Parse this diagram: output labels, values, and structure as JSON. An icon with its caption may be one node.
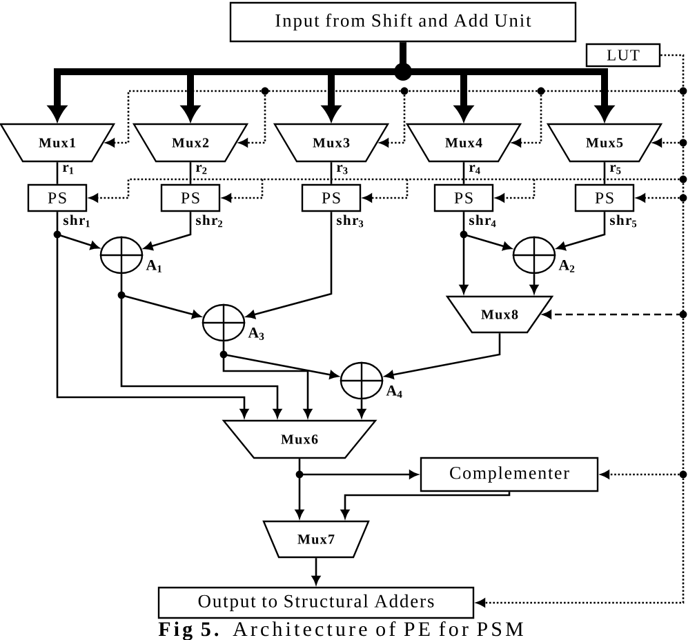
{
  "diagram": {
    "caption": "**Fig 5.** Architecture of PE for PSM",
    "nodes": [
      {
        "text": [
          "Input from Shift and Add Unit"
        ]
      },
      {
        "text": [
          "LUT"
        ]
      },
      {
        "text": [
          "Mux1"
        ]
      },
      {
        "text": [
          "Mux2"
        ]
      },
      {
        "text": [
          "Mux3"
        ]
      },
      {
        "text": [
          "Mux4"
        ]
      },
      {
        "text": [
          "Mux5"
        ]
      },
      {
        "text": [
          "PS"
        ]
      },
      {
        "text": [
          "PS"
        ]
      },
      {
        "text": [
          "PS"
        ]
      },
      {
        "text": [
          "PS"
        ]
      },
      {
        "text": [
          "PS"
        ]
      },
      {
        "text": [],
        "shape": "circle",
        "beside": [
          "A$_{1}$"
        ]
      },
      {
        "text": [],
        "shape": "circle",
        "beside": [
          "A$_{2}$"
        ]
      },
      {
        "text": [
          "Mux8"
        ]
      },
      {
        "text": [],
        "shape": "circle",
        "beside": [
          "A$_{3}$"
        ]
      },
      {
        "text": [],
        "shape": "circle",
        "beside": [
          "A$_{4}$"
        ]
      },
      {
        "text": [
          "Mux6"
        ]
      },
      {
        "text": [
          "Complementer"
        ]
      },
      {
        "text": [
          "Mux7"
        ]
      },
      {
        "text": [
          "Output to Structural Adders"
        ]
      }
    ],
    "edges": [
      {
        "from": 0,
        "to": 2,
        "arrow": "to",
        "style": "thick"
      },
      {
        "from": 0,
        "to": 3,
        "arrow": "to",
        "style": "thick"
      },
      {
        "from": 0,
        "to": 4,
        "arrow": "to",
        "style": "thick"
      },
      {
        "from": 0,
        "to": 5,
        "arrow": "to",
        "style": "thick"
      },
      {
        "from": 0,
        "to": 6,
        "arrow": "to",
        "style": "thick"
      },
      {
        "from": 2,
        "to": 7,
        "arrow": "none",
        "label": "r$_{1}$"
      },
      {
        "from": 3,
        "to": 8,
        "arrow": "none",
        "label": "r$_{2}$"
      },
      {
        "from": 4,
        "to": 9,
        "arrow": "none",
        "label": "r$_{3}$"
      },
      {
        "from": 5,
        "to": 10,
        "arrow": "none",
        "label": "r$_{4}$"
      },
      {
        "from": 6,
        "to": 11,
        "arrow": "none",
        "label": "r$_{5}$"
      },
      {
        "from": 7,
        "to": 12,
        "arrow": "to",
        "label": "shr$_{1}$"
      },
      {
        "from": 7,
        "to": 17,
        "arrow": "to"
      },
      {
        "from": 8,
        "to": 12,
        "arrow": "to",
        "label": "shr$_{2}$"
      },
      {
        "from": 9,
        "to": 15,
        "arrow": "to",
        "label": "shr$_{3}$"
      },
      {
        "from": 10,
        "to": 13,
        "arrow": "to",
        "label": "shr$_{4}$"
      },
      {
        "from": 10,
        "to": 14,
        "arrow": "to"
      },
      {
        "from": 11,
        "to": 13,
        "arrow": "to",
        "label": "shr$_{5}$"
      },
      {
        "from": 12,
        "to": 15,
        "arrow": "to"
      },
      {
        "from": 12,
        "to": 17,
        "arrow": "to"
      },
      {
        "from": 13,
        "to": 14,
        "arrow": "to"
      },
      {
        "from": 15,
        "to": 16,
        "arrow": "to"
      },
      {
        "from": 15,
        "to": 17,
        "arrow": "to"
      },
      {
        "from": 14,
        "to": 16,
        "arrow": "to"
      },
      {
        "from": 16,
        "to": 17,
        "arrow": "to"
      },
      {
        "from": 17,
        "to": 18,
        "arrow": "to"
      },
      {
        "from": 17,
        "to": 19,
        "arrow": "to"
      },
      {
        "from": 18,
        "to": 19,
        "arrow": "to"
      },
      {
        "from": 19,
        "to": 20,
        "arrow": "to"
      },
      {
        "from": 1,
        "to": 2,
        "arrow": "to",
        "style": "dashed"
      },
      {
        "from": 1,
        "to": 3,
        "arrow": "to",
        "style": "dashed"
      },
      {
        "from": 1,
        "to": 4,
        "arrow": "to",
        "style": "dashed"
      },
      {
        "from": 1,
        "to": 5,
        "arrow": "to",
        "style": "dashed"
      },
      {
        "from": 1,
        "to": 6,
        "arrow": "to",
        "style": "dashed"
      },
      {
        "from": 1,
        "to": 7,
        "arrow": "to",
        "style": "dashed"
      },
      {
        "from": 1,
        "to": 8,
        "arrow": "to",
        "style": "dashed"
      },
      {
        "from": 1,
        "to": 9,
        "arrow": "to",
        "style": "dashed"
      },
      {
        "from": 1,
        "to": 10,
        "arrow": "to",
        "style": "dashed"
      },
      {
        "from": 1,
        "to": 11,
        "arrow": "to",
        "style": "dashed"
      },
      {
        "from": 1,
        "to": 14,
        "arrow": "to",
        "style": "dashed"
      },
      {
        "from": 1,
        "to": 18,
        "arrow": "to",
        "style": "dashed"
      },
      {
        "from": 1,
        "to": 20,
        "arrow": "to",
        "style": "dashed"
      }
    ]
  }
}
